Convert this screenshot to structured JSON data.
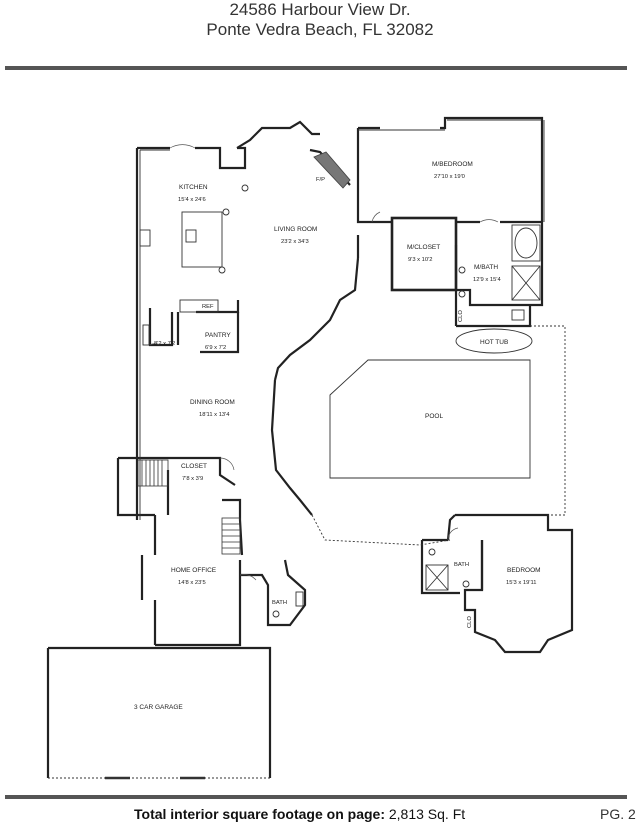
{
  "header": {
    "address_line1": "24586 Harbour View Dr.",
    "address_line2": "Ponte Vedra Beach, FL 32082"
  },
  "rooms": {
    "kitchen": {
      "name": "KITCHEN",
      "dims": "15'4 x 24'6"
    },
    "living": {
      "name": "LIVING ROOM",
      "dims": "23'2 x 34'3"
    },
    "fireplace": {
      "name": "F/P"
    },
    "master_bedroom": {
      "name": "M/BEDROOM",
      "dims": "27'10 x 19'0"
    },
    "master_closet": {
      "name": "M/CLOSET",
      "dims": "9'3 x 10'2"
    },
    "master_bath": {
      "name": "M/BATH",
      "dims": "12'9 x 15'4"
    },
    "clo1": {
      "name": "CLO"
    },
    "hot_tub": {
      "name": "HOT TUB"
    },
    "ref": {
      "name": "REF"
    },
    "small_room": {
      "dims": "8'2 x 7'2"
    },
    "pantry": {
      "name": "PANTRY",
      "dims": "6'9 x 7'2"
    },
    "dining": {
      "name": "DINING ROOM",
      "dims": "18'11 x 13'4"
    },
    "pool": {
      "name": "POOL"
    },
    "closet": {
      "name": "CLOSET",
      "dims": "7'8 x 3'9"
    },
    "home_office": {
      "name": "HOME OFFICE",
      "dims": "14'8 x 23'5"
    },
    "bath_small": {
      "name": "BATH"
    },
    "bath2": {
      "name": "BATH"
    },
    "bedroom": {
      "name": "BEDROOM",
      "dims": "15'3 x 19'11"
    },
    "clo2": {
      "name": "CLO"
    },
    "garage": {
      "name": "3 CAR GARAGE"
    }
  },
  "footer": {
    "label": "Total interior square footage on page:",
    "value": "2,813 Sq. Ft",
    "page": "PG. 2"
  }
}
